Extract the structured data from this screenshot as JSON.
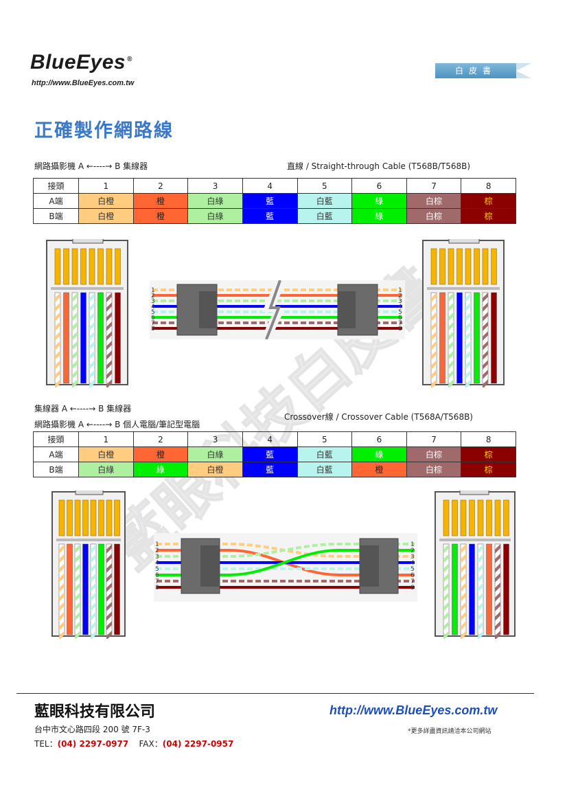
{
  "header": {
    "logo_text": "BlueEyes",
    "logo_reg": "®",
    "logo_url": "http://www.BlueEyes.com.tw",
    "badge": "白皮書"
  },
  "page_title": "正確製作網路線",
  "section1": {
    "left_caption": "網路攝影機 A ←----→ B 集線器",
    "right_caption": "直線 / Straight-through Cable (T568B/T568B)",
    "header_row": [
      "接頭",
      "1",
      "2",
      "3",
      "4",
      "5",
      "6",
      "7",
      "8"
    ],
    "rows": [
      {
        "label": "A端",
        "cells": [
          "白橙",
          "橙",
          "白綠",
          "藍",
          "白藍",
          "綠",
          "白棕",
          "棕"
        ]
      },
      {
        "label": "B端",
        "cells": [
          "白橙",
          "橙",
          "白綠",
          "藍",
          "白藍",
          "綠",
          "白棕",
          "棕"
        ]
      }
    ],
    "pin_numbers": [
      "1",
      "2",
      "3",
      "4",
      "5",
      "6",
      "7",
      "8"
    ]
  },
  "section2": {
    "left_caption_1": "集線器 A ←----→ B 集線器",
    "left_caption_2": "網路攝影機 A ←----→ B 個人電腦/筆記型電腦",
    "right_caption": "Crossover線 / Crossover Cable (T568A/T568B)",
    "header_row": [
      "接頭",
      "1",
      "2",
      "3",
      "4",
      "5",
      "6",
      "7",
      "8"
    ],
    "rows": [
      {
        "label": "A端",
        "cells": [
          "白橙",
          "橙",
          "白綠",
          "藍",
          "白藍",
          "綠",
          "白棕",
          "棕"
        ]
      },
      {
        "label": "B端",
        "cells": [
          "白綠",
          "綠",
          "白橙",
          "藍",
          "白藍",
          "橙",
          "白棕",
          "棕"
        ]
      }
    ]
  },
  "wire_colors": {
    "白橙": "#ffcc80",
    "橙": "#ff6633",
    "白綠": "#aef0a0",
    "藍": "#0000ff",
    "白藍": "#b8f4ee",
    "綠": "#00ee00",
    "白棕": "#a06a6a",
    "棕": "#8b0000"
  },
  "wire_text_colors": {
    "白橙": "#333333",
    "橙": "#222222",
    "白綠": "#333333",
    "藍": "#ffffff",
    "白藍": "#333333",
    "綠": "#ffffff",
    "白棕": "#ffffff",
    "棕": "#ffcc00"
  },
  "watermark": "藍眼科技白皮書",
  "footer": {
    "company": "藍眼科技有限公司",
    "url": "http://www.BlueEyes.com.tw",
    "address": "台中市文心路四段 200 號 7F-3",
    "note": "*更多詳盡資訊請洽本公司網站",
    "tel_label": "TEL：",
    "tel": "(04) 2297-0977",
    "fax_label": "FAX：",
    "fax": "(04) 2297-0957"
  }
}
